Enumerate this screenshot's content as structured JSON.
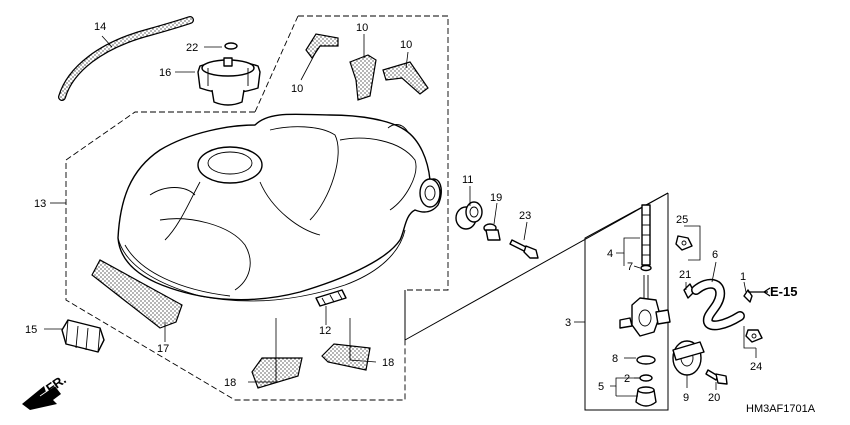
{
  "diagram": {
    "drawing_code": "HM3AF1701A",
    "reference": "E-15",
    "front_label": "FR.",
    "callouts": {
      "p1": "1",
      "p2": "2",
      "p3": "3",
      "p4": "4",
      "p5": "5",
      "p6": "6",
      "p7": "7",
      "p8": "8",
      "p9": "9",
      "p10a": "10",
      "p10b": "10",
      "p10c": "10",
      "p11": "11",
      "p12": "12",
      "p13": "13",
      "p14": "14",
      "p15": "15",
      "p16": "16",
      "p17": "17",
      "p18a": "18",
      "p18b": "18",
      "p19": "19",
      "p20": "20",
      "p21": "21",
      "p22": "22",
      "p23": "23",
      "p24": "24",
      "p25": "25"
    }
  }
}
